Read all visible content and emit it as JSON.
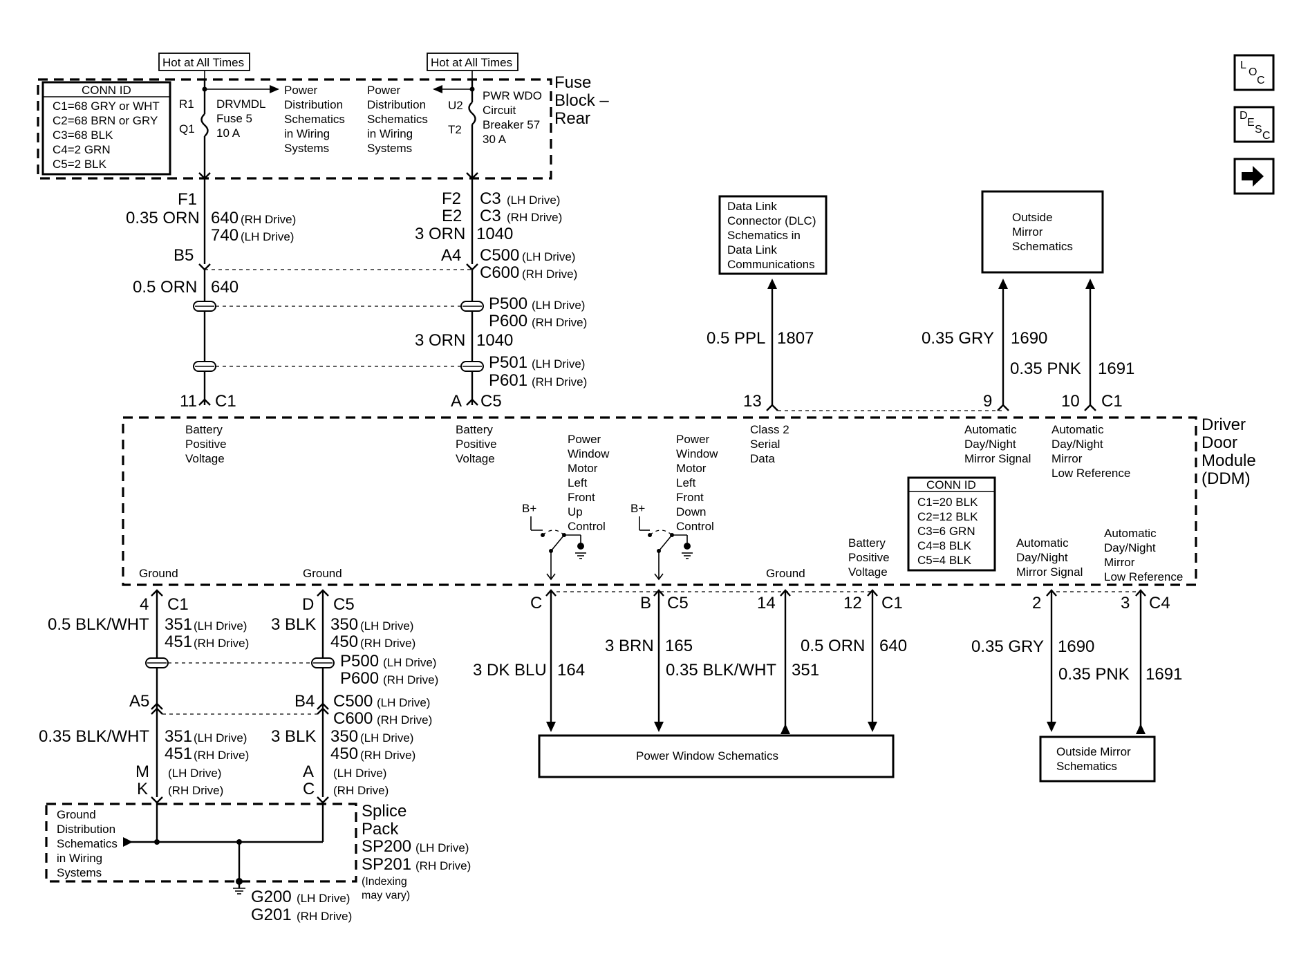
{
  "nav": {
    "loc": {
      "l1": "L",
      "l2": "O",
      "l3": "C"
    },
    "desc": {
      "l1": "D",
      "l2": "E",
      "l3": "S",
      "l4": "C"
    }
  },
  "hot_left": "Hot at All Times",
  "hot_right": "Hot at All Times",
  "conn_top": {
    "title": "CONN ID",
    "lines": [
      "C1=68 GRY or WHT",
      "C2=68 BRN or GRY",
      "C3=68 BLK",
      "C4=2 GRN",
      "C5=2 BLK"
    ]
  },
  "fuse_left": {
    "r1": "R1",
    "q1": "Q1",
    "lines": [
      "DRVMDL",
      "Fuse 5",
      "10 A"
    ]
  },
  "pds_left": [
    "Power",
    "Distribution",
    "Schematics",
    "in Wiring",
    "Systems"
  ],
  "pds_right": [
    "Power",
    "Distribution",
    "Schematics",
    "in Wiring",
    "Systems"
  ],
  "fuse_right": {
    "u2": "U2",
    "t2": "T2",
    "lines": [
      "PWR WDO",
      "Circuit",
      "Breaker 57",
      "30 A"
    ]
  },
  "fuse_block_label": [
    "Fuse",
    "Block –",
    "Rear"
  ],
  "left_top": {
    "f1": "F1",
    "wire": "0.35 ORN",
    "c1": "640",
    "c1n": "(RH Drive)",
    "c2": "740",
    "c2n": "(LH Drive)",
    "b5": "B5",
    "wire2": "0.5 ORN",
    "c3": "640",
    "pin": "11",
    "conn": "C1"
  },
  "right_top": {
    "f2": "F2",
    "e2": "E2",
    "c3a": "C3",
    "c3an": "(LH Drive)",
    "c3b": "C3",
    "c3bn": "(RH Drive)",
    "wire": "3 ORN",
    "circ": "1040",
    "a4": "A4",
    "c500": "C500",
    "c500n": "(LH Drive)",
    "c600": "C600",
    "c600n": "(RH Drive)",
    "p500": "P500",
    "p500n": "(LH Drive)",
    "p600": "P600",
    "p600n": "(RH Drive)",
    "wire2": "3 ORN",
    "circ2": "1040",
    "p501": "P501",
    "p501n": "(LH Drive)",
    "p601": "P601",
    "p601n": "(RH Drive)",
    "pin": "A",
    "conn": "C5"
  },
  "dlc_box": [
    "Data Link",
    "Connector (DLC)",
    "Schematics in",
    "Data Link",
    "Communications"
  ],
  "dlc_wire": {
    "wire": "0.5 PPL",
    "circ": "1807",
    "pin": "13"
  },
  "mirror_box_top": [
    "Outside",
    "Mirror",
    "Schematics"
  ],
  "mirror_wires_top": {
    "w1": "0.35 GRY",
    "c1": "1690",
    "w2": "0.35 PNK",
    "c2": "1691",
    "p1": "9",
    "p2": "10",
    "conn": "C1"
  },
  "ddm_label": [
    "Driver",
    "Door",
    "Module",
    "(DDM)"
  ],
  "ddm_inner": {
    "bpv1": [
      "Battery",
      "Positive",
      "Voltage"
    ],
    "bpv2": [
      "Battery",
      "Positive",
      "Voltage"
    ],
    "up": [
      "Power",
      "Window",
      "Motor",
      "Left",
      "Front",
      "Up",
      "Control"
    ],
    "down": [
      "Power",
      "Window",
      "Motor",
      "Left",
      "Front",
      "Down",
      "Control"
    ],
    "class2": [
      "Class 2",
      "Serial",
      "Data"
    ],
    "adn_sig_top": [
      "Automatic",
      "Day/Night",
      "Mirror Signal"
    ],
    "adn_ref_top": [
      "Automatic",
      "Day/Night",
      "Mirror",
      "Low Reference"
    ],
    "bplus1": "B+",
    "bplus2": "B+",
    "ground1": "Ground",
    "ground2": "Ground",
    "ground3": "Ground",
    "bpv3": [
      "Battery",
      "Positive",
      "Voltage"
    ],
    "adn_sig_bot": [
      "Automatic",
      "Day/Night",
      "Mirror Signal"
    ],
    "adn_ref_bot": [
      "Automatic",
      "Day/Night",
      "Mirror",
      "Low Reference"
    ]
  },
  "conn_ddm": {
    "title": "CONN ID",
    "lines": [
      "C1=20 BLK",
      "C2=12 BLK",
      "C3=6 GRN",
      "C4=8 BLK",
      "C5=4 BLK"
    ]
  },
  "ground_left": {
    "pin": "4",
    "conn": "C1",
    "wire": "0.5 BLK/WHT",
    "c1": "351",
    "c1n": "(LH Drive)",
    "c2": "451",
    "c2n": "(RH Drive)",
    "a5": "A5",
    "wire2": "0.35 BLK/WHT",
    "c3": "351",
    "c3n": "(LH Drive)",
    "c4": "451",
    "c4n": "(RH Drive)",
    "m": "M",
    "mn": "(LH Drive)",
    "k": "K",
    "kn": "(RH Drive)"
  },
  "ground_mid": {
    "pin": "D",
    "conn": "C5",
    "wire": "3 BLK",
    "c1": "350",
    "c1n": "(LH Drive)",
    "c2": "450",
    "c2n": "(RH Drive)",
    "p500": "P500",
    "p500n": "(LH Drive)",
    "p600": "P600",
    "p600n": "(RH Drive)",
    "b4": "B4",
    "c500": "C500",
    "c500n": "(LH Drive)",
    "c600": "C600",
    "c600n": "(RH Drive)",
    "wire2": "3 BLK",
    "c3": "350",
    "c3n": "(LH Drive)",
    "c4": "450",
    "c4n": "(RH Drive)",
    "a": "A",
    "an": "(LH Drive)",
    "c": "C",
    "cn": "(RH Drive)"
  },
  "splice": {
    "gds": [
      "Ground",
      "Distribution",
      "Schematics",
      "in Wiring",
      "Systems"
    ],
    "label": [
      "Splice",
      "Pack"
    ],
    "sp200": "SP200",
    "sp200n": "(LH Drive)",
    "sp201": "SP201",
    "sp201n": "(RH Drive)",
    "idx": [
      "(Indexing",
      "may vary)"
    ],
    "g200": "G200",
    "g200n": "(LH Drive)",
    "g201": "G201",
    "g201n": "(RH Drive)"
  },
  "pw_wires": {
    "c_pin": "C",
    "b_pin": "B",
    "b_conn": "C5",
    "w164": "3 DK BLU",
    "c164": "164",
    "w165": "3 BRN",
    "c165": "165",
    "p14": "14",
    "p12": "12",
    "p12c": "C1",
    "w351": "0.35 BLK/WHT",
    "c351": "351",
    "w640": "0.5 ORN",
    "c640": "640"
  },
  "pw_box": "Power Window Schematics",
  "mirror_bot": {
    "p2": "2",
    "p3": "3",
    "conn": "C4",
    "w1": "0.35 GRY",
    "c1": "1690",
    "w2": "0.35 PNK",
    "c2": "1691"
  },
  "mirror_box_bot": [
    "Outside Mirror",
    "Schematics"
  ]
}
